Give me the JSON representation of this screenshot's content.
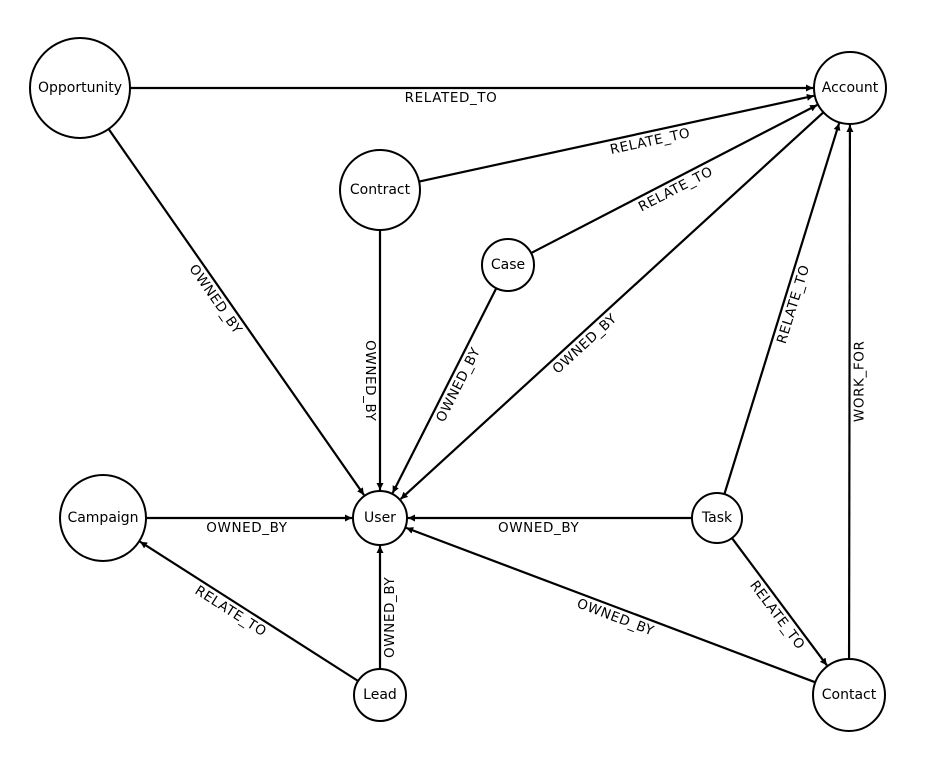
{
  "nodes": [
    {
      "id": "opportunity",
      "label": "Opportunity"
    },
    {
      "id": "account",
      "label": "Account"
    },
    {
      "id": "contract",
      "label": "Contract"
    },
    {
      "id": "case",
      "label": "Case"
    },
    {
      "id": "campaign",
      "label": "Campaign"
    },
    {
      "id": "user",
      "label": "User"
    },
    {
      "id": "task",
      "label": "Task"
    },
    {
      "id": "lead",
      "label": "Lead"
    },
    {
      "id": "contact",
      "label": "Contact"
    }
  ],
  "edges": [
    {
      "id": "opportunity-account",
      "from": "opportunity",
      "to": "account",
      "label": "RELATED_TO"
    },
    {
      "id": "contract-account",
      "from": "contract",
      "to": "account",
      "label": "RELATE_TO"
    },
    {
      "id": "case-account",
      "from": "case",
      "to": "account",
      "label": "RELATE_TO"
    },
    {
      "id": "opportunity-user",
      "from": "opportunity",
      "to": "user",
      "label": "OWNED_BY"
    },
    {
      "id": "contract-user",
      "from": "contract",
      "to": "user",
      "label": "OWNED_BY"
    },
    {
      "id": "case-user",
      "from": "case",
      "to": "user",
      "label": "OWNED_BY"
    },
    {
      "id": "account-user",
      "from": "account",
      "to": "user",
      "label": "OWNED_BY"
    },
    {
      "id": "task-account",
      "from": "task",
      "to": "account",
      "label": "RELATE_TO"
    },
    {
      "id": "contact-account",
      "from": "contact",
      "to": "account",
      "label": "WORK_FOR"
    },
    {
      "id": "campaign-user",
      "from": "campaign",
      "to": "user",
      "label": "OWNED_BY"
    },
    {
      "id": "task-user",
      "from": "task",
      "to": "user",
      "label": "OWNED_BY"
    },
    {
      "id": "contact-user",
      "from": "contact",
      "to": "user",
      "label": "OWNED_BY"
    },
    {
      "id": "lead-campaign",
      "from": "lead",
      "to": "campaign",
      "label": "RELATE_TO"
    },
    {
      "id": "lead-user",
      "from": "lead",
      "to": "user",
      "label": "OWNED_BY"
    },
    {
      "id": "task-contact",
      "from": "task",
      "to": "contact",
      "label": "RELATE_TO"
    }
  ]
}
